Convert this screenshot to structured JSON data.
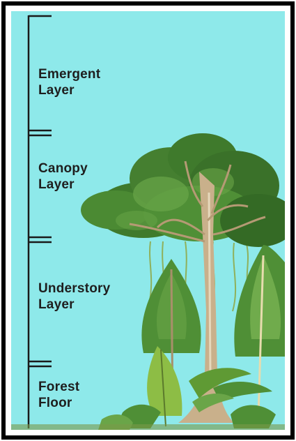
{
  "layers": [
    {
      "line1": "Emergent",
      "line2": "Layer"
    },
    {
      "line1": "Canopy",
      "line2": "Layer"
    },
    {
      "line1": "Understory",
      "line2": "Layer"
    },
    {
      "line1": "Forest",
      "line2": "Floor"
    }
  ],
  "colors": {
    "sky": "#8ee9ea",
    "frame": "#000000",
    "label": "#1e1e1e",
    "canopy": "#3f7a2c",
    "canopy_light": "#6aa548",
    "trunk": "#c9b08b",
    "vine": "#8fb05a"
  }
}
